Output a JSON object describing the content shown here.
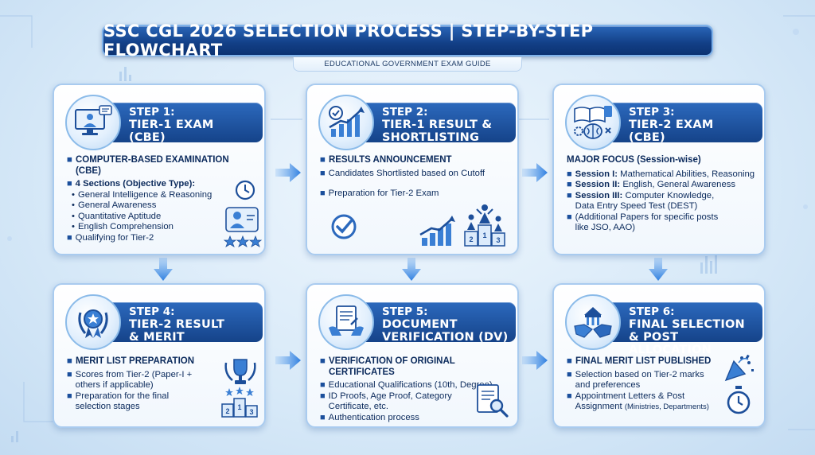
{
  "title": "SSC CGL 2026 SELECTION PROCESS | STEP-BY-STEP FLOWCHART",
  "subtitle": "EDUCATIONAL GOVERNMENT EXAM GUIDE",
  "steps": [
    {
      "label": "STEP 1:",
      "title1": "TIER-1 EXAM",
      "title2": "(CBE)",
      "heading": "COMPUTER-BASED EXAMINATION (CBE)",
      "lines": [
        "4 Sections (Objective Type):"
      ],
      "sub": [
        "General Intelligence & Reasoning",
        "General Awareness",
        "Quantitative Aptitude",
        "English Comprehension"
      ],
      "last": "Qualifying for Tier-2"
    },
    {
      "label": "STEP 2:",
      "title1": "TIER-1 RESULT &",
      "title2": "SHORTLISTING",
      "heading": "RESULTS ANNOUNCEMENT",
      "lines": [
        "Candidates Shortlisted based on Cutoff",
        "Preparation for Tier-2 Exam"
      ]
    },
    {
      "label": "STEP 3:",
      "title1": "TIER-2 EXAM",
      "title2": "(CBE)",
      "heading": "MAJOR FOCUS (Session-wise)",
      "sessions": [
        {
          "name": "Session I:",
          "text": "Mathematical Abilities, Reasoning"
        },
        {
          "name": "Session II:",
          "text": "English, General Awareness"
        },
        {
          "name": "Session III:",
          "text": "Computer Knowledge,",
          "text2": "Data Entry Speed Test (DEST)"
        }
      ],
      "extra1": "(Additional Papers for specific posts",
      "extra2": "like JSO, AAO)"
    },
    {
      "label": "STEP 4:",
      "title1": "TIER-2 RESULT",
      "title2": "& MERIT",
      "heading": "MERIT LIST PREPARATION",
      "l1a": "Scores from Tier-2 (Paper-I +",
      "l1b": "others if applicable)",
      "l2a": "Preparation for the final",
      "l2b": "selection stages"
    },
    {
      "label": "STEP 5:",
      "title1": "DOCUMENT",
      "title2": "VERIFICATION (DV)",
      "heading": "VERIFICATION OF ORIGINAL CERTIFICATES",
      "l1": "Educational Qualifications (10th, Degree)",
      "l2a": "ID Proofs, Age Proof, Category",
      "l2b": "Certificate, etc.",
      "l3": "Authentication process"
    },
    {
      "label": "STEP 6:",
      "title1": "FINAL SELECTION",
      "title2": "& POST ALLOCATION",
      "heading": "FINAL MERIT LIST PUBLISHED",
      "l1a": "Selection based on Tier-2 marks",
      "l1b": "and preferences",
      "l2a": "Appointment Letters & Post",
      "l2b": "Assignment",
      "l2c": "(Ministries, Departments)"
    }
  ],
  "icons": {
    "step1": "computer-exam-icon",
    "step2": "growth-chart-icon",
    "step3": "brain-books-icon",
    "step4": "award-medal-icon",
    "step5": "document-sign-icon",
    "step6": "handshake-icon"
  },
  "colors": {
    "banner": "#1d4f9a",
    "accent": "#2f7fe0",
    "text": "#0b2a5c",
    "border": "#a9cbef"
  },
  "podium": [
    "2",
    "1",
    "3"
  ]
}
